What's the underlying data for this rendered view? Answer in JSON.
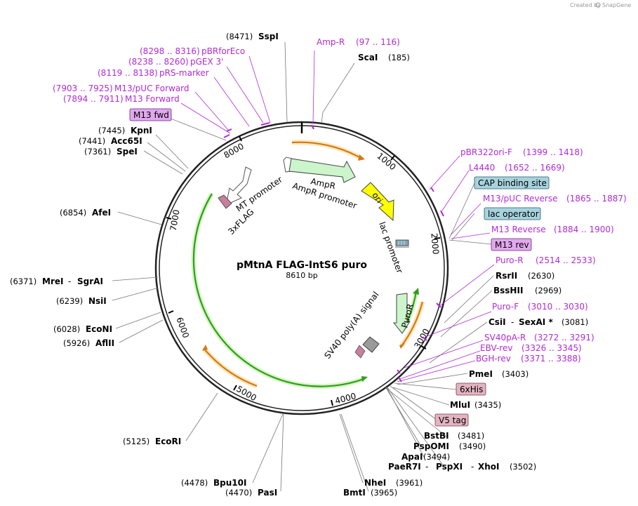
{
  "credit": "Created by",
  "brand": "SnapGene",
  "plasmid": {
    "name": "pMtnA FLAG-IntS6 puro",
    "size": "8610 bp"
  },
  "ticks": [
    "1000",
    "2000",
    "3000",
    "4000",
    "5000",
    "6000",
    "7000",
    "8000"
  ],
  "features": {
    "ampr": "AmpR",
    "ampr_promoter": "AmpR promoter",
    "ori": "ori",
    "lac_promoter": "lac promoter",
    "mt_promoter": "MT promoter",
    "flag": "3xFLAG",
    "puror": "PuroR",
    "sv40": "SV40 poly(A) signal"
  },
  "sites": {
    "sspi": {
      "name": "SspI",
      "pos": "(8471)"
    },
    "scai": {
      "name": "ScaI",
      "pos": "(185)"
    },
    "kpni": {
      "name": "KpnI",
      "pos": "(7445)"
    },
    "acc65i": {
      "name": "Acc65I",
      "pos": "(7441)"
    },
    "spei": {
      "name": "SpeI",
      "pos": "(7361)"
    },
    "afei": {
      "name": "AfeI",
      "pos": "(6854)"
    },
    "mrei": {
      "name": "MreI",
      "name2": "SgrAI",
      "pos": "(6371)"
    },
    "nsii": {
      "name": "NsiI",
      "pos": "(6239)"
    },
    "econi": {
      "name": "EcoNI",
      "pos": "(6028)"
    },
    "aflii": {
      "name": "AflII",
      "pos": "(5926)"
    },
    "ecori": {
      "name": "EcoRI",
      "pos": "(5125)"
    },
    "bpu10i": {
      "name": "Bpu10I",
      "pos": "(4478)"
    },
    "pasi": {
      "name": "PasI",
      "pos": "(4470)"
    },
    "nhei": {
      "name": "NheI",
      "pos": "(3961)"
    },
    "bmti": {
      "name": "BmtI",
      "pos": "(3965)"
    },
    "paer7i": {
      "name": "PaeR7I",
      "name2": "PspXI",
      "name3": "XhoI",
      "pos": "(3502)"
    },
    "apai": {
      "name": "ApaI",
      "pos": "(3494)"
    },
    "pspomi": {
      "name": "PspOMI",
      "pos": "(3490)"
    },
    "bstbi": {
      "name": "BstBI",
      "pos": "(3481)"
    },
    "mlui": {
      "name": "MluI",
      "pos": "(3435)"
    },
    "pmei": {
      "name": "PmeI",
      "pos": "(3403)"
    },
    "csii": {
      "name": "CsiI",
      "name2": "SexAI *",
      "pos": "(3081)"
    },
    "bsshii": {
      "name": "BssHII",
      "pos": "(2969)"
    },
    "rsrii": {
      "name": "RsrII",
      "pos": "(2630)"
    }
  },
  "primers": {
    "ampr_p": {
      "name": "Amp-R",
      "pos": "(97 .. 116)"
    },
    "pbrforeco": {
      "name": "pBRforEco",
      "pos": "(8298 .. 8316)"
    },
    "pgex3": {
      "name": "pGEX 3'",
      "pos": "(8238 .. 8260)"
    },
    "prs": {
      "name": "pRS-marker",
      "pos": "(8119 .. 8138)"
    },
    "m13puc_fwd": {
      "name": "M13/pUC Forward",
      "pos": "(7903 .. 7925)"
    },
    "m13_fwd": {
      "name": "M13 Forward",
      "pos": "(7894 .. 7911)"
    },
    "pbr322": {
      "name": "pBR322ori-F",
      "pos": "(1399 .. 1418)"
    },
    "l4440": {
      "name": "L4440",
      "pos": "(1652 .. 1669)"
    },
    "m13puc_rev": {
      "name": "M13/pUC Reverse",
      "pos": "(1865 .. 1887)"
    },
    "m13_rev": {
      "name": "M13 Reverse",
      "pos": "(1884 .. 1900)"
    },
    "puro_r": {
      "name": "Puro-R",
      "pos": "(2514 .. 2533)"
    },
    "puro_f": {
      "name": "Puro-F",
      "pos": "(3010 .. 3030)"
    },
    "sv40pa_r": {
      "name": "SV40pA-R",
      "pos": "(3272 .. 3291)"
    },
    "ebv_rev": {
      "name": "EBV-rev",
      "pos": "(3326 .. 3345)"
    },
    "bgh_rev": {
      "name": "BGH-rev",
      "pos": "(3371 .. 3388)"
    }
  },
  "boxes": {
    "m13fwd": "M13 fwd",
    "cap": "CAP binding site",
    "lacop": "lac operator",
    "m13rev": "M13 rev",
    "his": "6xHis",
    "v5": "V5 tag"
  },
  "colors": {
    "primer": "#b02bd6",
    "ampr_fill": "#ccf5cc",
    "ori_fill": "#ffff00",
    "orf_green": "#2e9e1f",
    "orf_orange": "#d07a1a",
    "box_blue": "#a7d3de",
    "box_purple": "#e0a8ee",
    "box_pink": "#e3b3c2"
  }
}
